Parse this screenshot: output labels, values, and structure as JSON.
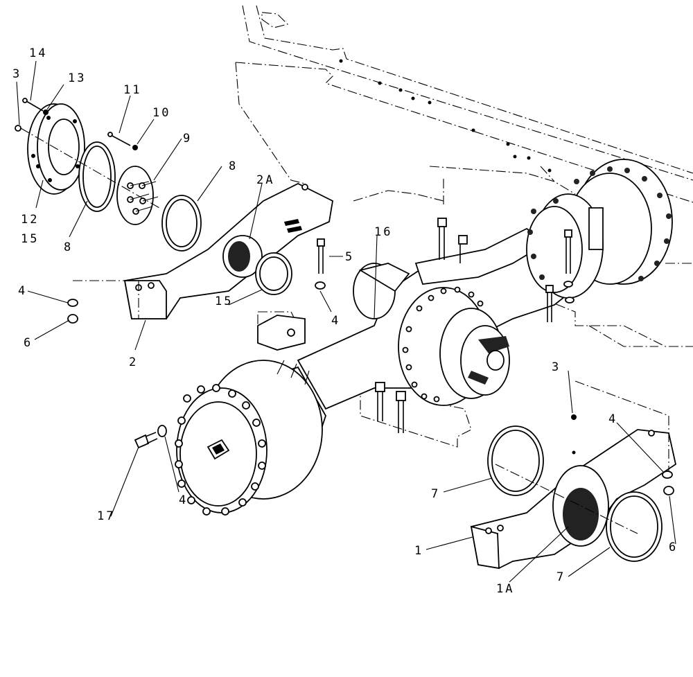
{
  "colors": {
    "ink": "#000000",
    "paper": "#ffffff"
  },
  "callouts": {
    "c1": "1",
    "c1a": "1A",
    "c2": "2",
    "c2a": "2A",
    "c3_top": "3",
    "c3_right": "3",
    "c4_left": "4",
    "c4_mid": "4",
    "c4_bottom": "4",
    "c4_right": "4",
    "c5": "5",
    "c6_left": "6",
    "c6_right": "6",
    "c7_upper": "7",
    "c7_lower": "7",
    "c8_left": "8",
    "c8_right": "8",
    "c9": "9",
    "c10": "10",
    "c11": "11",
    "c12": "12",
    "c13": "13",
    "c14": "14",
    "c15_top": "15",
    "c15_mid": "15",
    "c16": "16",
    "c17": "17"
  }
}
